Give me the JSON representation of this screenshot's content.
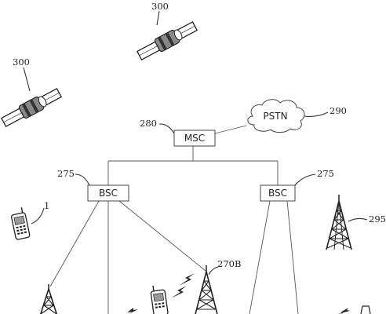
{
  "nodes": {
    "msc": "MSC",
    "pstn": "PSTN",
    "bsc_left": "BSC",
    "bsc_right": "BSC"
  },
  "refs": {
    "satellite_top": "300",
    "satellite_left": "300",
    "msc": "280",
    "pstn": "290",
    "bsc_left": "275",
    "bsc_right": "275",
    "phone_left": "1",
    "tower_right": "295",
    "base_station": "270B"
  },
  "icons": [
    "satellite-icon",
    "satellite-icon",
    "mobile-phone-icon",
    "mobile-phone-icon",
    "antenna-tower-icon",
    "lightning-signal-icon"
  ],
  "colors": {
    "line": "#555555",
    "ink": "#222222",
    "background": "#ffffff"
  }
}
